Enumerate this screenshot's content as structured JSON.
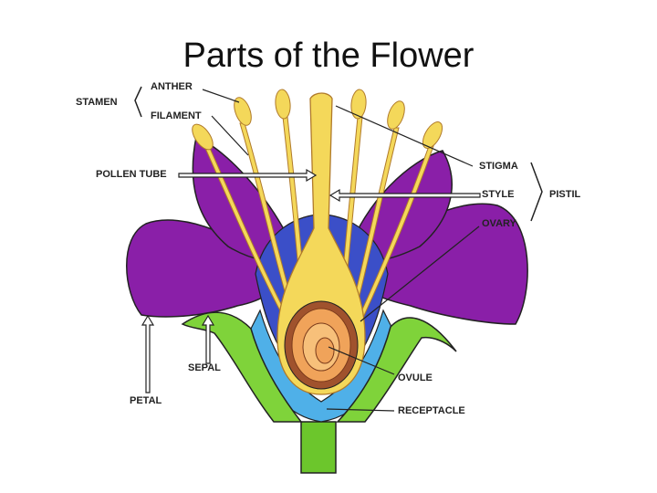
{
  "title": "Parts of the Flower",
  "labels": {
    "stamen": "STAMEN",
    "anther": "ANTHER",
    "filament": "FILAMENT",
    "pollen_tube": "POLLEN TUBE",
    "stigma": "STIGMA",
    "style": "STYLE",
    "pistil": "PISTIL",
    "ovary": "OVARY",
    "sepal": "SEPAL",
    "petal": "PETAL",
    "ovule": "OVULE",
    "receptacle": "RECEPTACLE"
  },
  "colors": {
    "petal": "#8a1fa8",
    "sepal": "#7fd33a",
    "stem": "#6cc62c",
    "receptacle": "#4fb0e8",
    "inner_blue": "#3b4fc8",
    "stamen": "#f4d85a",
    "ovary": "#f0a35a",
    "ovary_wall": "#a0522d"
  }
}
